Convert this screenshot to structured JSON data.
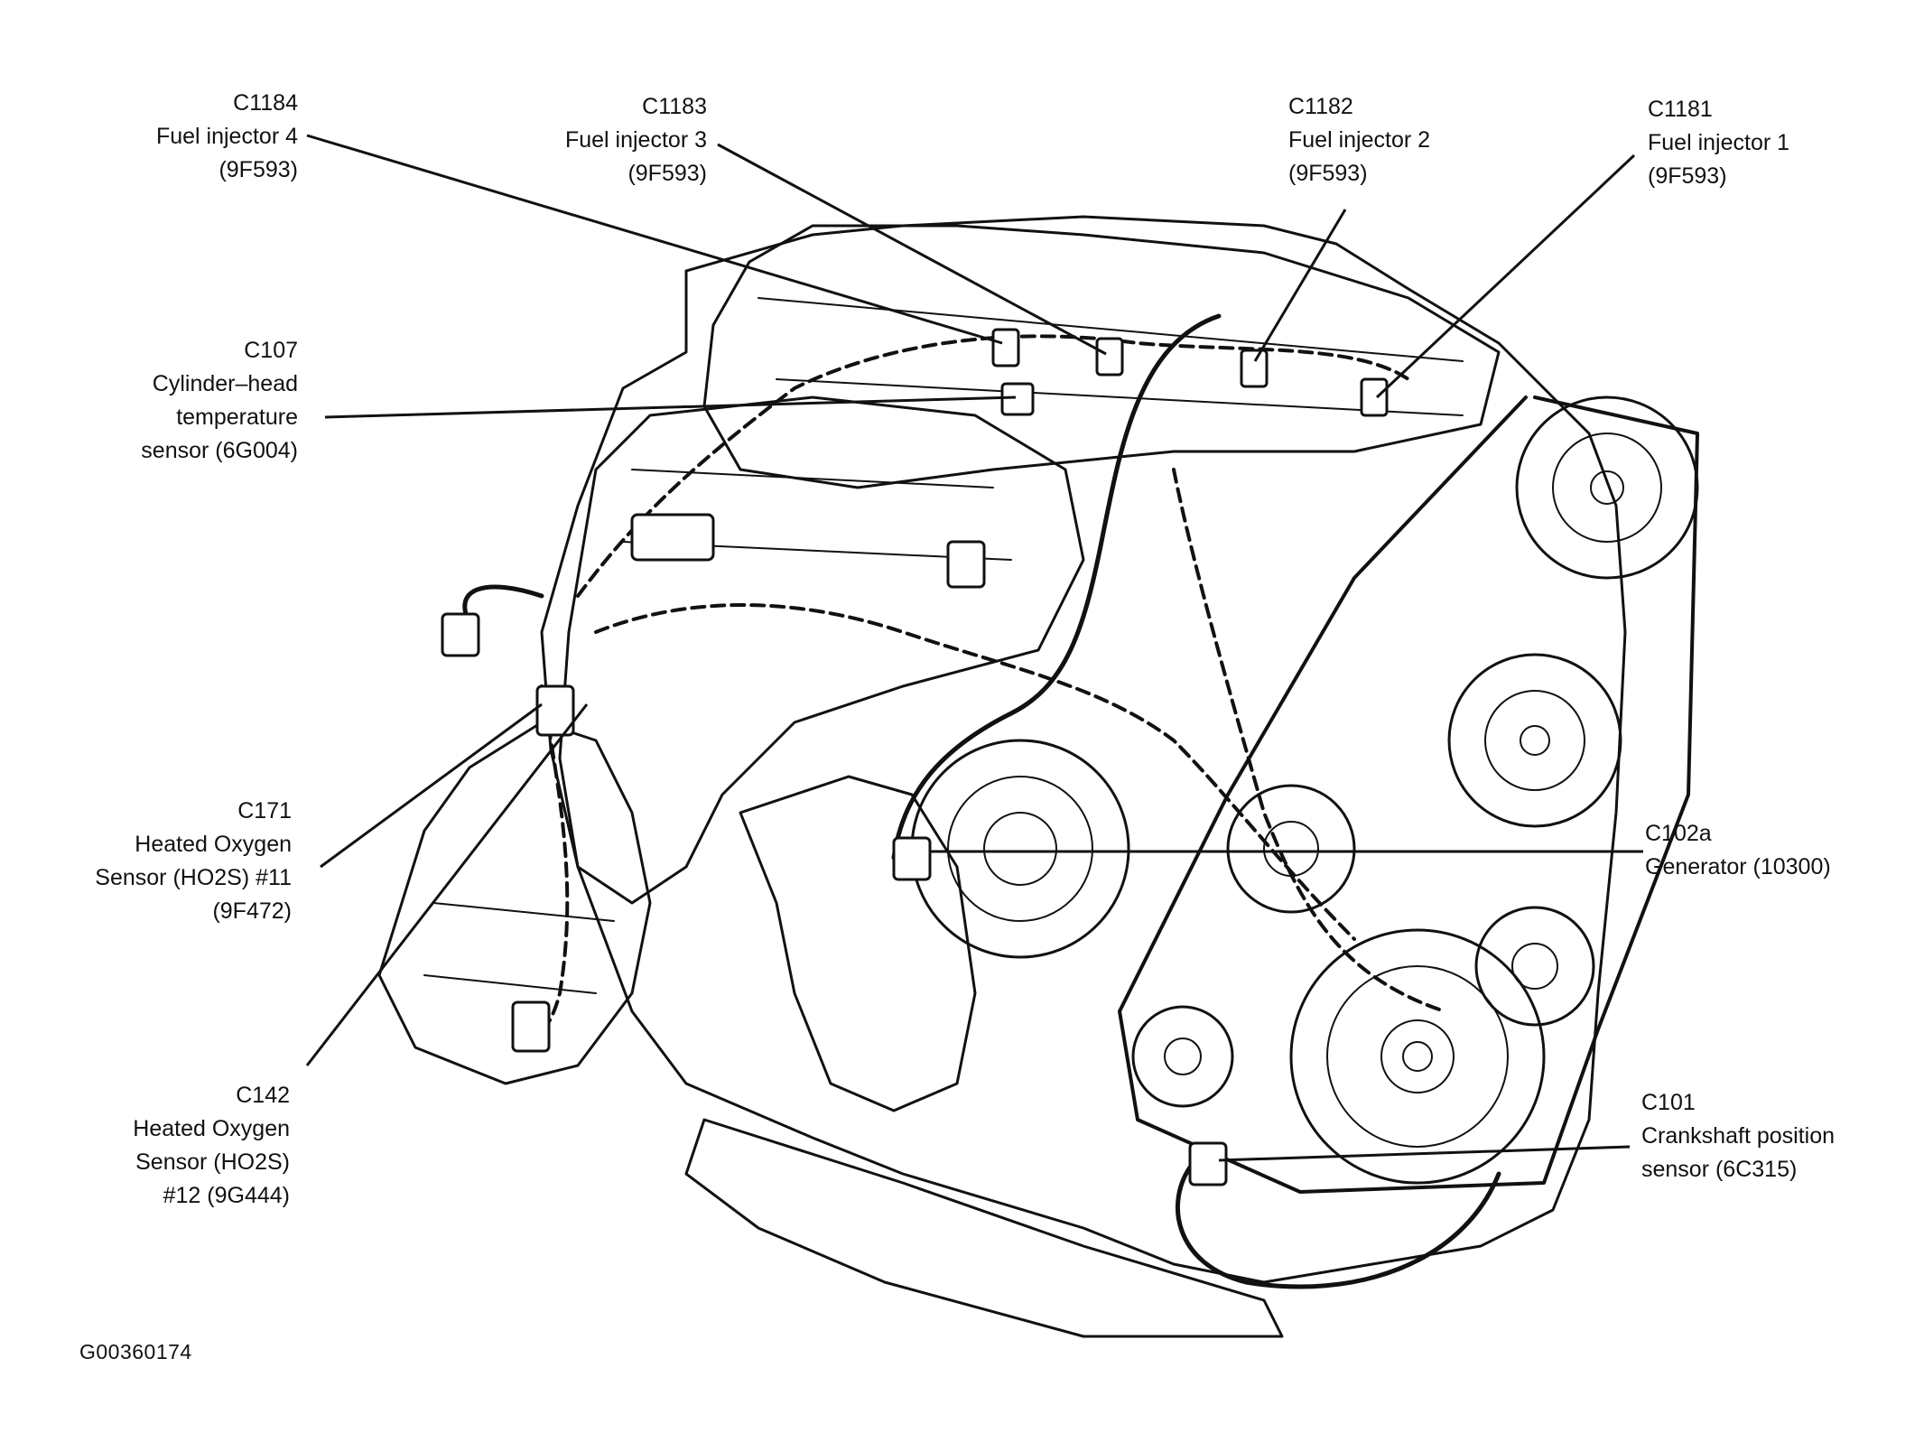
{
  "callouts": {
    "c1184": {
      "code": "C1184",
      "lines": [
        "Fuel injector 4",
        "(9F593)"
      ]
    },
    "c1183": {
      "code": "C1183",
      "lines": [
        "Fuel injector 3",
        "(9F593)"
      ]
    },
    "c1182": {
      "code": "C1182",
      "lines": [
        "Fuel injector 2",
        "(9F593)"
      ]
    },
    "c1181": {
      "code": "C1181",
      "lines": [
        "Fuel injector 1",
        "(9F593)"
      ]
    },
    "c107": {
      "code": "C107",
      "lines": [
        "Cylinder–head",
        "temperature",
        "sensor (6G004)"
      ]
    },
    "c171": {
      "code": "C171",
      "lines": [
        "Heated Oxygen",
        "Sensor (HO2S) #11",
        "(9F472)"
      ]
    },
    "c142": {
      "code": "C142",
      "lines": [
        "Heated Oxygen",
        "Sensor (HO2S)",
        "#12 (9G444)"
      ]
    },
    "c102a": {
      "code": "C102a",
      "lines": [
        "Generator (10300)"
      ]
    },
    "c101": {
      "code": "C101",
      "lines": [
        "Crankshaft position",
        "sensor (6C315)"
      ]
    }
  },
  "figure_id": "G00360174",
  "colors": {
    "ink": "#111111",
    "background": "#ffffff"
  }
}
